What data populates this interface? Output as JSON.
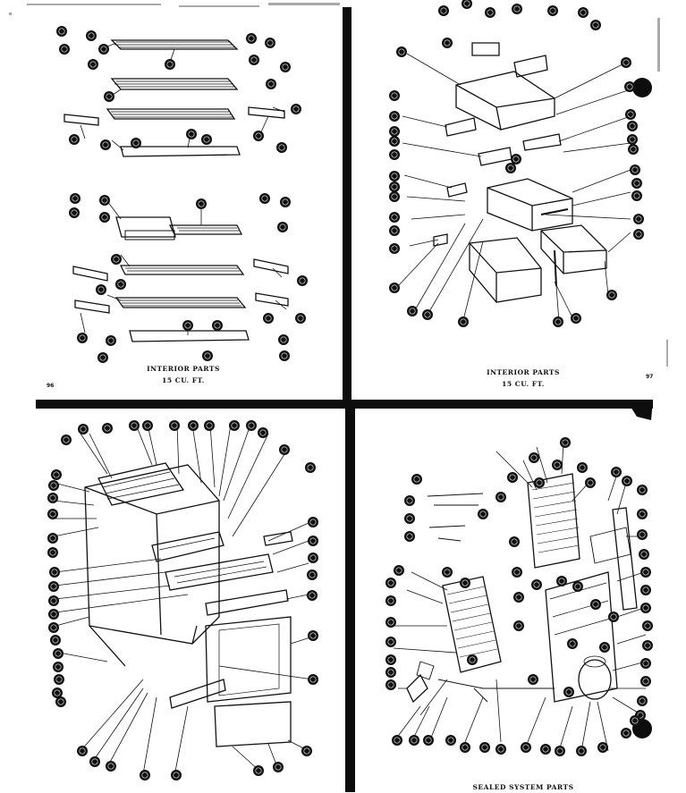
{
  "panels": {
    "top_left": {
      "caption_line1": "INTERIOR PARTS",
      "caption_line2": "15 CU. FT.",
      "page_number": "96"
    },
    "top_right": {
      "caption_line1": "INTERIOR PARTS",
      "caption_line2": "15 CU. FT.",
      "page_number": "97"
    },
    "bottom_left": {
      "caption_line1": ""
    },
    "bottom_right": {
      "caption_line1": "SEALED SYSTEM PARTS"
    }
  },
  "colors": {
    "ink": "#111111",
    "paper": "#ffffff",
    "divider": "#0d0d0d"
  },
  "icons": [
    "callout-bubble",
    "shelf-part",
    "crisper-drawer",
    "cabinet-liner",
    "evaporator-coil",
    "condenser-coil",
    "compressor"
  ]
}
